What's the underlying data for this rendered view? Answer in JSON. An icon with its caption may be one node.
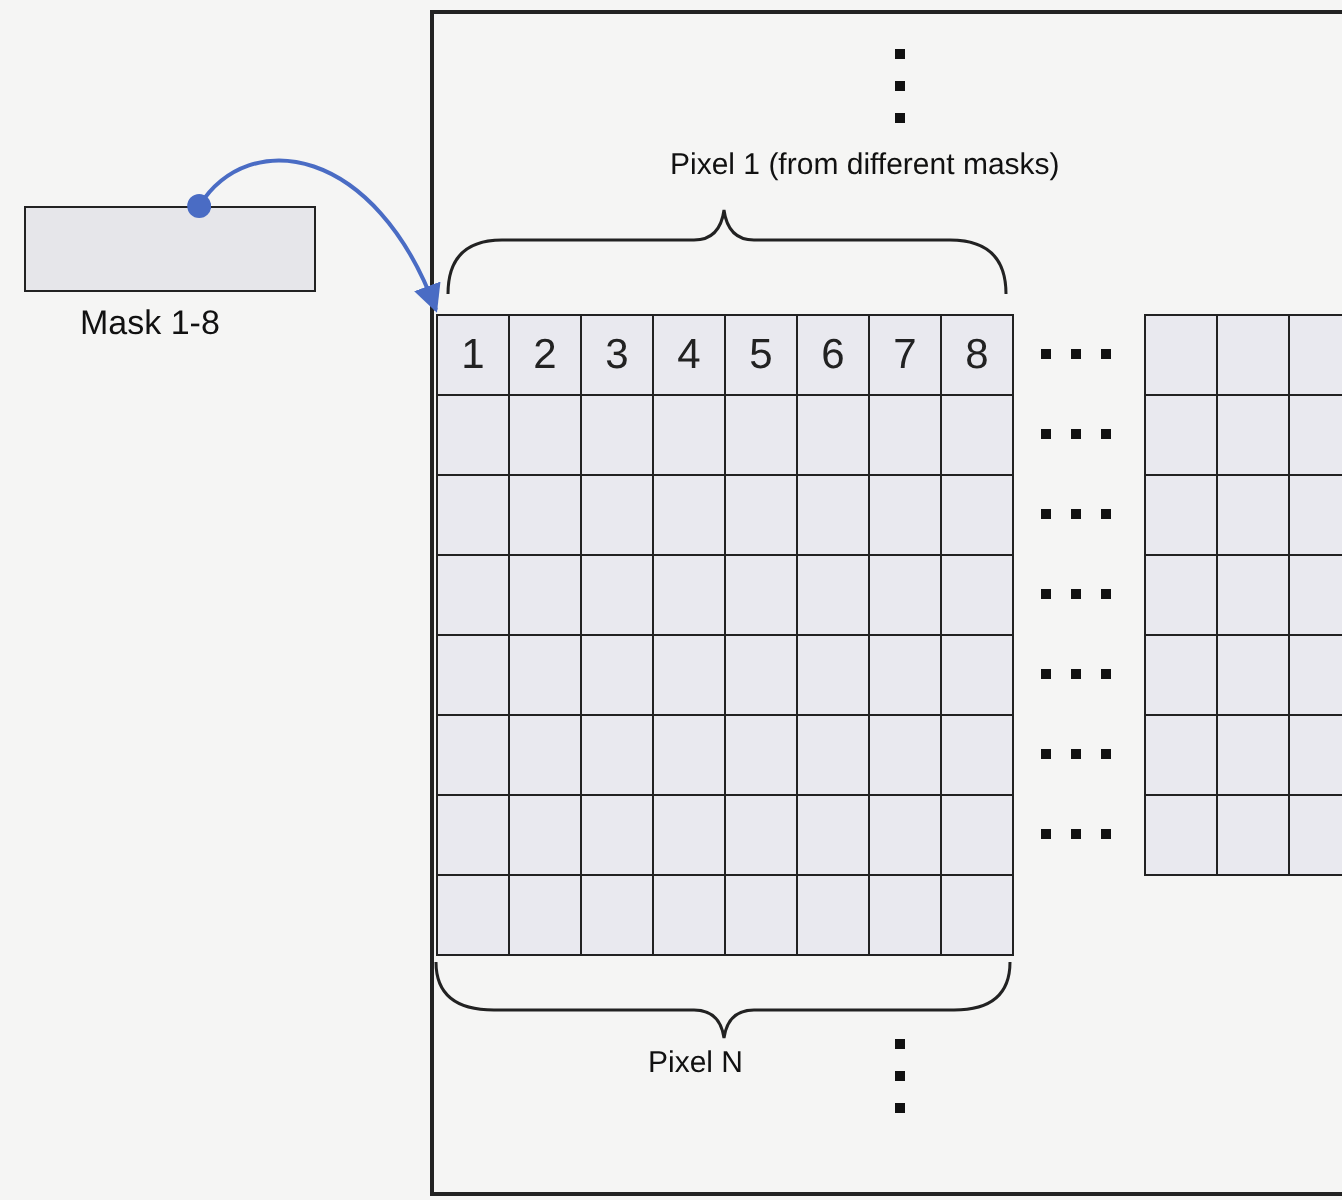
{
  "diagram": {
    "nodes": [
      {
        "text": [],
        "shape": "box",
        "beside": [
          "Mask 1-8"
        ]
      },
      {
        "text": [],
        "shape": "box"
      },
      {
        "text": [
          "1"
        ],
        "in": 1
      }
    ],
    "edges": [
      {
        "from": 0,
        "to": 2,
        "arrow": "to",
        "color": "#4a6cc4"
      }
    ],
    "labels": [
      "Pixel 1 (from different masks)",
      "2",
      "3",
      "4",
      "5",
      "6",
      "7",
      "8",
      "Pixel N"
    ]
  }
}
